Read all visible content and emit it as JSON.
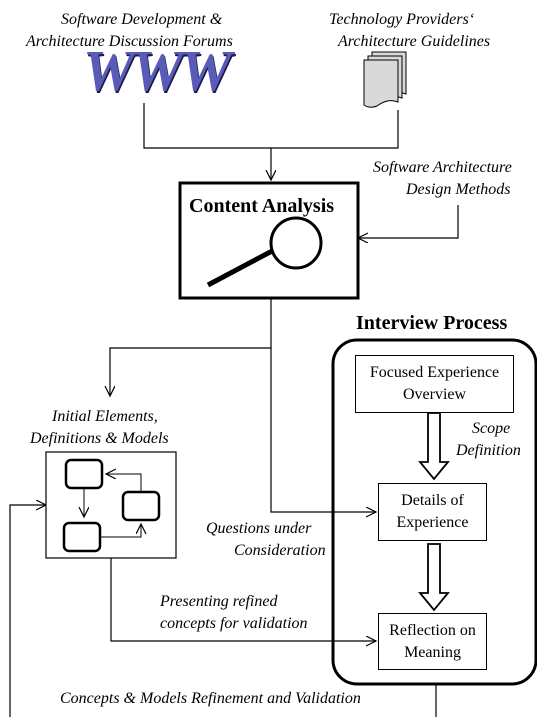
{
  "sources": {
    "forums_line1": "Software Development &",
    "forums_line2": "Architecture Discussion Forums",
    "www_logo": "WWW",
    "guidelines_line1": "Technology Providers‘",
    "guidelines_line2": "Architecture Guidelines",
    "design_methods_line1": "Software Architecture",
    "design_methods_line2": "Design Methods"
  },
  "content_analysis": {
    "title": "Content Analysis",
    "icon": "magnifier-icon"
  },
  "initial_elements": {
    "line1": "Initial Elements,",
    "line2": "Definitions & Models",
    "icon": "flowchart-icon"
  },
  "interview": {
    "title": "Interview Process",
    "step1_line1": "Focused Experience",
    "step1_line2": "Overview",
    "scope_line1": "Scope",
    "scope_line2": "Definition",
    "step2_line1": "Details of",
    "step2_line2": "Experience",
    "step3_line1": "Reflection on",
    "step3_line2": "Meaning"
  },
  "flows": {
    "questions_line1": "Questions under",
    "questions_line2": "Consideration",
    "presenting_line1": "Presenting refined",
    "presenting_line2": "concepts for validation",
    "refinement": "Concepts & Models Refinement and Validation"
  },
  "colors": {
    "stroke": "#000000",
    "www": "#5a5ab8",
    "document": "#d9d9d9"
  }
}
